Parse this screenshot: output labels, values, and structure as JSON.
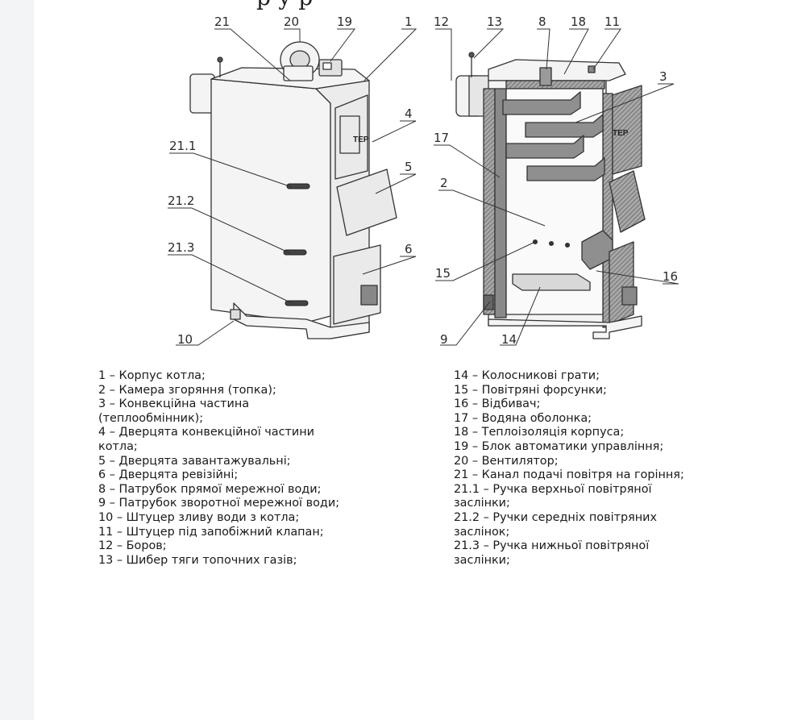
{
  "title_fragment": "р     у    р",
  "callouts": {
    "c21": "21",
    "c20": "20",
    "c19": "19",
    "c1": "1",
    "c4": "4",
    "c5": "5",
    "c6": "6",
    "c21_1": "21.1",
    "c21_2": "21.2",
    "c21_3": "21.3",
    "c10": "10",
    "c12": "12",
    "c13": "13",
    "c8": "8",
    "c18": "18",
    "c11": "11",
    "c3": "3",
    "c17": "17",
    "c2": "2",
    "c15": "15",
    "c16": "16",
    "c9": "9",
    "c14": "14"
  },
  "door_badge": "ТЕР",
  "legend_left": [
    "1 – Корпус котла;",
    "2 – Камера згоряння (топка);",
    "3 – Конвекційна частина\n(теплообмінник);",
    "4 – Дверцята конвекційної частини\nкотла;",
    "5 – Дверцята завантажувальні;",
    "6 – Дверцята ревізійні;",
    "8 – Патрубок прямої мережної води;",
    "9 – Патрубок зворотної мережної води;",
    "10 – Штуцер зливу води з котла;",
    "11 – Штуцер під запобіжний клапан;",
    "12 – Боров;",
    "13 – Шибер тяги топочних газів;"
  ],
  "legend_right": [
    "14 – Колосникові грати;",
    "15 – Повітряні форсунки;",
    "16 – Відбивач;",
    "17 – Водяна оболонка;",
    "18 – Теплоізоляція корпуса;",
    "19 – Блок автоматики управління;",
    "20 – Вентилятор;",
    "21 – Канал подачі повітря на горіння;",
    "21.1 – Ручка верхньої повітряної\nзаслінки;",
    "21.2 – Ручки середніх повітряних\nзаслінок;",
    "21.3 – Ручка нижньої повітряної\nзаслінки;"
  ],
  "colors": {
    "line": "#333333",
    "fill": "#f4f4f4",
    "insulation": "#9a9a9a",
    "dark": "#6f6f6f"
  }
}
